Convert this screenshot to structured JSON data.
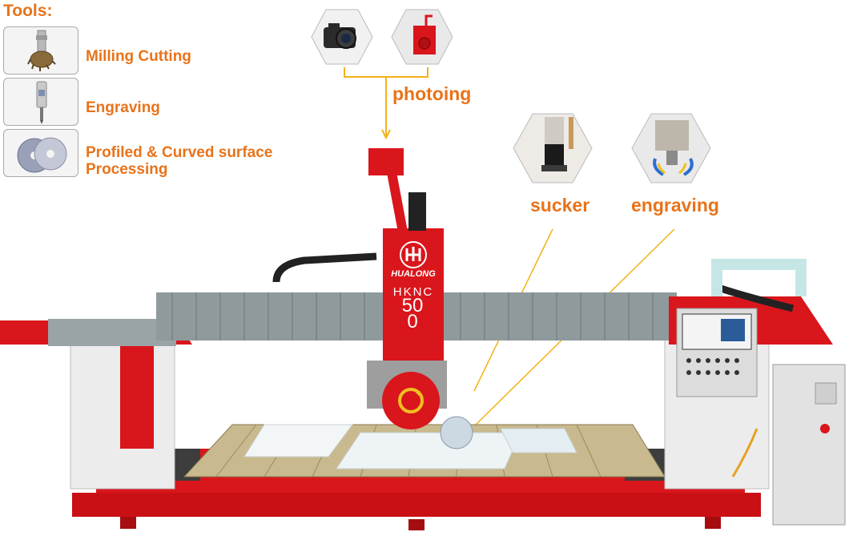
{
  "tools": {
    "title": "Tools:",
    "items": [
      {
        "label": "Milling Cutting",
        "icon": "milling-cutter-icon"
      },
      {
        "label": "Engraving",
        "icon": "engraving-bit-icon"
      },
      {
        "label_line1": "Profiled & Curved surface",
        "label_line2": "Processing",
        "icon": "saw-blade-icon"
      }
    ]
  },
  "callouts": {
    "photoing": "photoing",
    "sucker": "sucker",
    "engraving": "engraving"
  },
  "machine": {
    "brand": "HUALONG",
    "model": "HKNC",
    "number": "500"
  },
  "colors": {
    "accent_orange": "#e8731a",
    "leader_yellow": "#f2b21a",
    "machine_red": "#d9161c",
    "machine_grey": "#e6e6e6"
  }
}
